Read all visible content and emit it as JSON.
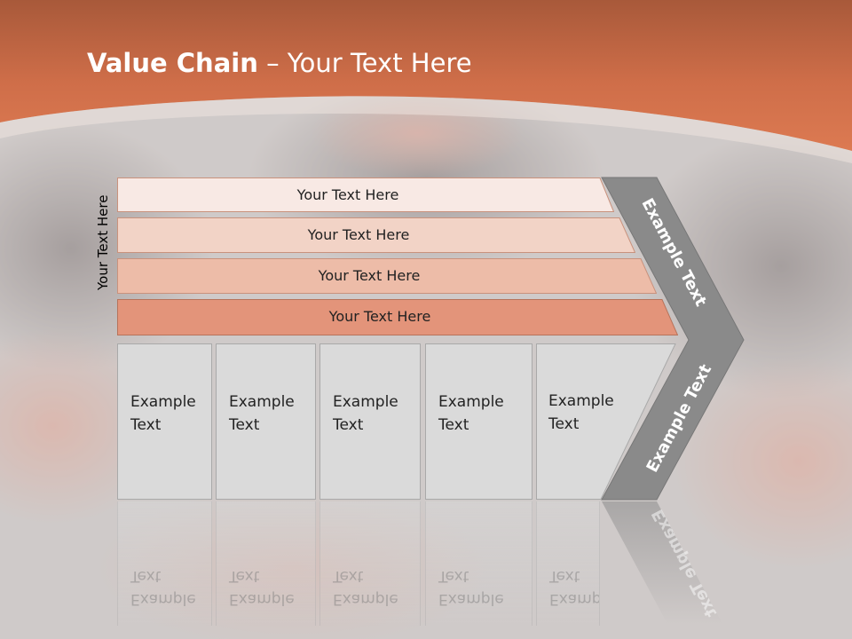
{
  "slide": {
    "title_bold": "Value Chain",
    "title_rest": " – Your Text Here",
    "side_label": "Your Text Here"
  },
  "rows": [
    {
      "label": "Your Text Here",
      "fill": "#f8e9e4"
    },
    {
      "label": "Your Text Here",
      "fill": "#f2d3c6"
    },
    {
      "label": "Your Text Here",
      "fill": "#edbca8"
    },
    {
      "label": "Your Text Here",
      "fill": "#e3947a"
    }
  ],
  "boxes": [
    {
      "line1": "Example",
      "line2": "Text"
    },
    {
      "line1": "Example",
      "line2": "Text"
    },
    {
      "line1": "Example",
      "line2": "Text"
    },
    {
      "line1": "Example",
      "line2": "Text"
    },
    {
      "line1": "Example",
      "line2": "Text"
    }
  ],
  "chevron": {
    "upper_text": "Example Text",
    "lower_text": "Example Text",
    "fill": "#8a8a8a"
  },
  "colors": {
    "header": "#d2714c",
    "accent": "#e3947a"
  }
}
